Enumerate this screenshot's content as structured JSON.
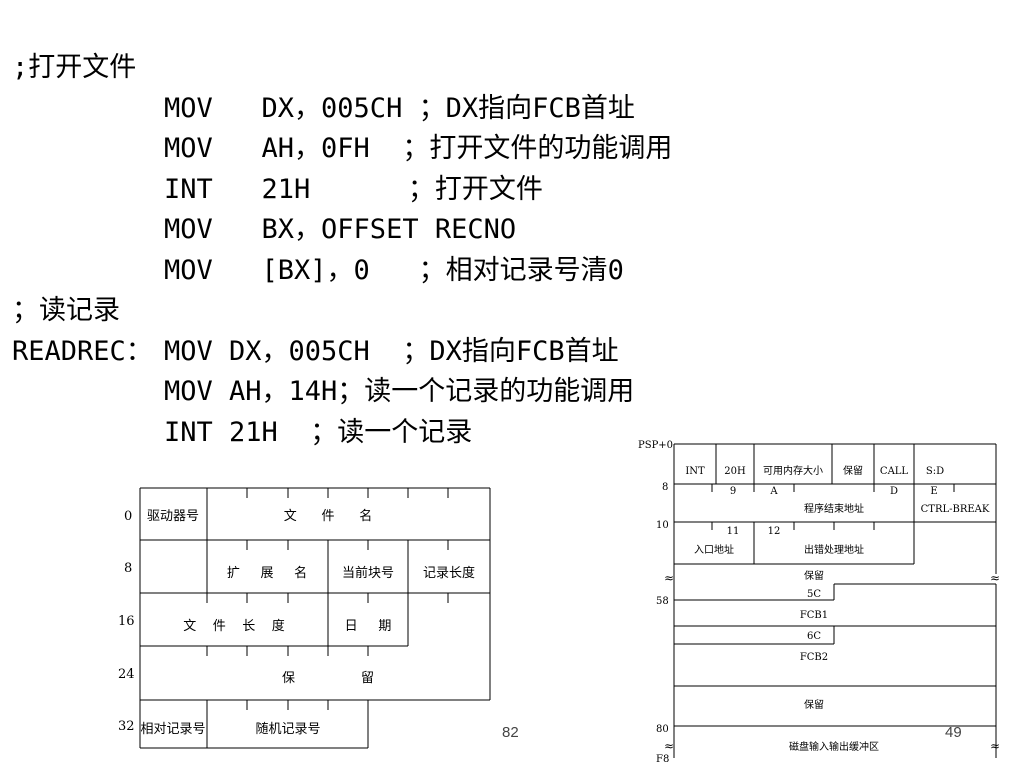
{
  "code": {
    "lines": [
      {
        "indent": false,
        "text": ";打开文件"
      },
      {
        "indent": true,
        "text": "MOV   DX，005CH ；DX指向FCB首址"
      },
      {
        "indent": true,
        "text": "MOV   AH，0FH  ；打开文件的功能调用"
      },
      {
        "indent": true,
        "text": "INT   21H      ；打开文件"
      },
      {
        "indent": true,
        "text": "MOV   BX，OFFSET RECNO"
      },
      {
        "indent": true,
        "text": "MOV   [BX]，0   ；相对记录号清0"
      },
      {
        "indent": false,
        "text": "；读记录"
      },
      {
        "indent": false,
        "label": "READREC：",
        "text": "MOV DX，005CH  ；DX指向FCB首址"
      },
      {
        "indent": true,
        "text": "MOV AH，14H；读一个记录的功能调用"
      },
      {
        "indent": true,
        "text": "INT 21H  ；读一个记录"
      }
    ]
  },
  "fcb_diagram": {
    "row_offsets": [
      "0",
      "8",
      "16",
      "24",
      "32"
    ],
    "cells": {
      "drive": "驱动器号",
      "filename": "文      件      名",
      "extension": "扩     展     名",
      "current_block": "当前块号",
      "record_size": "记录长度",
      "file_size": "文    件    长    度",
      "date": "日     期",
      "reserved": "保                留",
      "relative_record": "相对记录号",
      "random_record": "随机记录号"
    }
  },
  "psp_diagram": {
    "offsets": {
      "start": "PSP+0",
      "o8": "8",
      "o10": "10",
      "o58": "58",
      "o80": "80",
      "of8": "F8"
    },
    "row0": {
      "int": "INT",
      "h20": "20H",
      "mem": "可用内存大小",
      "reserved": "保留",
      "call": "CALL",
      "sd": "S:D"
    },
    "row1_ticks": {
      "t9": "9",
      "tA": "A",
      "tD": "D",
      "tE": "E"
    },
    "row1": {
      "end_addr": "程序结束地址",
      "ctrl_break": "CTRL-BREAK"
    },
    "row2_ticks": {
      "t11": "11",
      "t12": "12"
    },
    "row2": {
      "entry": "入口地址",
      "error": "出错处理地址"
    },
    "reserved1": "保留",
    "fcb1_offset": "5C",
    "fcb1": "FCB1",
    "fcb2_offset": "6C",
    "fcb2": "FCB2",
    "reserved2": "保留",
    "buffer": "磁盘输入输出缓冲区",
    "break_mark": "≈"
  },
  "page_numbers": {
    "left": "82",
    "right": "49"
  }
}
